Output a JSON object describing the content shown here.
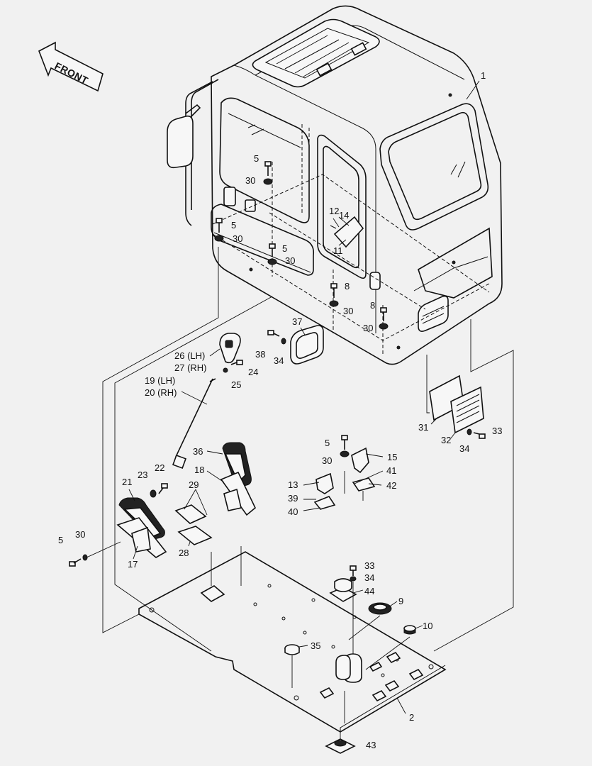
{
  "diagram": {
    "front_arrow_text": "FRONT",
    "part_labels": [
      {
        "id": "l1",
        "text": "1"
      },
      {
        "id": "l2",
        "text": "2"
      },
      {
        "id": "l5a",
        "text": "5"
      },
      {
        "id": "l30a",
        "text": "30"
      },
      {
        "id": "l5b",
        "text": "5"
      },
      {
        "id": "l30b",
        "text": "30"
      },
      {
        "id": "l5c",
        "text": "5"
      },
      {
        "id": "l30c",
        "text": "30"
      },
      {
        "id": "l12",
        "text": "12"
      },
      {
        "id": "l14",
        "text": "14"
      },
      {
        "id": "l11",
        "text": "11"
      },
      {
        "id": "l8a",
        "text": "8"
      },
      {
        "id": "l30d",
        "text": "30"
      },
      {
        "id": "l8b",
        "text": "8"
      },
      {
        "id": "l30e",
        "text": "30"
      },
      {
        "id": "l37",
        "text": "37"
      },
      {
        "id": "l38",
        "text": "38"
      },
      {
        "id": "l34a",
        "text": "34"
      },
      {
        "id": "l26",
        "text": "26 (LH)"
      },
      {
        "id": "l27",
        "text": "27 (RH)"
      },
      {
        "id": "l24",
        "text": "24"
      },
      {
        "id": "l25",
        "text": "25"
      },
      {
        "id": "l19",
        "text": "19 (LH)"
      },
      {
        "id": "l20",
        "text": "20 (RH)"
      },
      {
        "id": "l31",
        "text": "31"
      },
      {
        "id": "l32",
        "text": "32"
      },
      {
        "id": "l33a",
        "text": "33"
      },
      {
        "id": "l34b",
        "text": "34"
      },
      {
        "id": "l5d",
        "text": "5"
      },
      {
        "id": "l30f",
        "text": "30"
      },
      {
        "id": "l15",
        "text": "15"
      },
      {
        "id": "l41",
        "text": "41"
      },
      {
        "id": "l13",
        "text": "13"
      },
      {
        "id": "l42",
        "text": "42"
      },
      {
        "id": "l39",
        "text": "39"
      },
      {
        "id": "l40",
        "text": "40"
      },
      {
        "id": "l36",
        "text": "36"
      },
      {
        "id": "l18",
        "text": "18"
      },
      {
        "id": "l22",
        "text": "22"
      },
      {
        "id": "l23",
        "text": "23"
      },
      {
        "id": "l21",
        "text": "21"
      },
      {
        "id": "l29",
        "text": "29"
      },
      {
        "id": "l5e",
        "text": "5"
      },
      {
        "id": "l30g",
        "text": "30"
      },
      {
        "id": "l17",
        "text": "17"
      },
      {
        "id": "l28",
        "text": "28"
      },
      {
        "id": "l33b",
        "text": "33"
      },
      {
        "id": "l34c",
        "text": "34"
      },
      {
        "id": "l44",
        "text": "44"
      },
      {
        "id": "l9",
        "text": "9"
      },
      {
        "id": "l10",
        "text": "10"
      },
      {
        "id": "l35",
        "text": "35"
      },
      {
        "id": "l43",
        "text": "43"
      }
    ]
  }
}
